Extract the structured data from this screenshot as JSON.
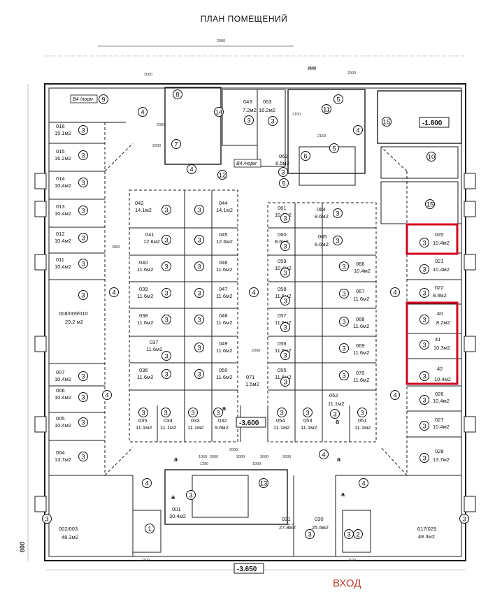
{
  "title": "ПЛАН ПОМЕЩЕНИЙ",
  "entry_label": "ВХОД",
  "highlight_color": "#d0021b",
  "rooms": [
    {
      "no": "016",
      "area": "15.1м2",
      "zone": "3"
    },
    {
      "no": "015",
      "area": "16.2м2",
      "zone": "3"
    },
    {
      "no": "014",
      "area": "10.4м2",
      "zone": "3"
    },
    {
      "no": "013",
      "area": "10.4м2",
      "zone": "3"
    },
    {
      "no": "012",
      "area": "10.4м2",
      "zone": "3"
    },
    {
      "no": "011",
      "area": "10.4м2",
      "zone": "3"
    },
    {
      "no": "008/009/010",
      "area": "29,2 м2",
      "zone": "3"
    },
    {
      "no": "007",
      "area": "10.4м2",
      "zone": "3"
    },
    {
      "no": "006",
      "area": "10.4м2",
      "zone": "3"
    },
    {
      "no": "005",
      "area": "10.4м2",
      "zone": "3"
    },
    {
      "no": "004",
      "area": "13.7м2",
      "zone": "3"
    },
    {
      "no": "002/003",
      "area": "48.3м2",
      "zone": "3"
    },
    {
      "no": "001",
      "area": "30.4м2",
      "zone": "3"
    },
    {
      "no": "042",
      "area": "14.1м2",
      "zone": "3"
    },
    {
      "no": "041",
      "area": "12.6м2",
      "zone": "3"
    },
    {
      "no": "040",
      "area": "11.6м2",
      "zone": "3"
    },
    {
      "no": "039",
      "area": "11.6м2",
      "zone": "3"
    },
    {
      "no": "038",
      "area": "11.6м2",
      "zone": "3"
    },
    {
      "no": "037",
      "area": "11.6м2",
      "zone": "3"
    },
    {
      "no": "036",
      "area": "11.6м2",
      "zone": "3"
    },
    {
      "no": "044",
      "area": "14.1м2",
      "zone": "3"
    },
    {
      "no": "045",
      "area": "12.6м2",
      "zone": "3"
    },
    {
      "no": "046",
      "area": "11.6м2",
      "zone": "3"
    },
    {
      "no": "047",
      "area": "11.6м2",
      "zone": "3"
    },
    {
      "no": "048",
      "area": "11.6м2",
      "zone": "3"
    },
    {
      "no": "049",
      "area": "11.6м2",
      "zone": "3"
    },
    {
      "no": "050",
      "area": "11.6м2",
      "zone": "3"
    },
    {
      "no": "035",
      "area": "11.1м2",
      "zone": "3"
    },
    {
      "no": "034",
      "area": "11.1м2",
      "zone": "3"
    },
    {
      "no": "033",
      "area": "11.1м2",
      "zone": "3"
    },
    {
      "no": "032",
      "area": "9.6м2",
      "zone": "3"
    },
    {
      "no": "071",
      "area": "1.5м2",
      "zone": ""
    },
    {
      "no": "061",
      "area": "10.1м2",
      "zone": "3"
    },
    {
      "no": "064",
      "area": "8.6м2",
      "zone": "3"
    },
    {
      "no": "060",
      "area": "8.6м2",
      "zone": "3"
    },
    {
      "no": "065",
      "area": "8.6м2",
      "zone": "3"
    },
    {
      "no": "059",
      "area": "10.4м2",
      "zone": "3"
    },
    {
      "no": "066",
      "area": "10.4м2",
      "zone": "3"
    },
    {
      "no": "058",
      "area": "11.6м2",
      "zone": "3"
    },
    {
      "no": "067",
      "area": "11.6м2",
      "zone": "3"
    },
    {
      "no": "057",
      "area": "11.6м2",
      "zone": "3"
    },
    {
      "no": "068",
      "area": "11.6м2",
      "zone": "3"
    },
    {
      "no": "056",
      "area": "11.6м2",
      "zone": "3"
    },
    {
      "no": "069",
      "area": "11.6м2",
      "zone": "3"
    },
    {
      "no": "055",
      "area": "11.6м2",
      "zone": "3"
    },
    {
      "no": "070",
      "area": "11.6м2",
      "zone": "3"
    },
    {
      "no": "054",
      "area": "11.1м2",
      "zone": "3"
    },
    {
      "no": "053",
      "area": "11.1м2",
      "zone": "3"
    },
    {
      "no": "052",
      "area": "11.1м2",
      "zone": "3"
    },
    {
      "no": "051",
      "area": "11.1м2",
      "zone": "3"
    },
    {
      "no": "031",
      "area": "27.8м2",
      "zone": "3"
    },
    {
      "no": "030",
      "area": "25.5м2",
      "zone": "3"
    },
    {
      "no": "020",
      "area": "10.4м2",
      "zone": "3"
    },
    {
      "no": "021",
      "area": "10.4м2",
      "zone": "3"
    },
    {
      "no": "022",
      "area": "8.4м2",
      "zone": "3"
    },
    {
      "no": "40",
      "area": "8.2м2",
      "zone": "3"
    },
    {
      "no": "41",
      "area": "10.3м2",
      "zone": "3"
    },
    {
      "no": "42",
      "area": "10.4м2",
      "zone": "3"
    },
    {
      "no": "026",
      "area": "10.4м2",
      "zone": "3"
    },
    {
      "no": "027",
      "area": "10.4м2",
      "zone": "3"
    },
    {
      "no": "028",
      "area": "13.7м2",
      "zone": "3"
    },
    {
      "no": "017/029",
      "area": "48.3м2",
      "zone": "3"
    },
    {
      "no": "043",
      "area": "7.2м2",
      "zone": "3"
    },
    {
      "no": "063",
      "area": "16.2м2",
      "zone": "3"
    },
    {
      "no": "062",
      "area": "8.5м2",
      "zone": "3"
    }
  ],
  "zones": [
    "4",
    "4",
    "4",
    "4",
    "4",
    "4",
    "4",
    "4",
    "4",
    "4",
    "4",
    "5",
    "5",
    "5",
    "6",
    "7",
    "8",
    "9",
    "10",
    "11",
    "12",
    "13",
    "14",
    "15",
    "15",
    "1",
    "2"
  ],
  "levels": [
    "-1.800",
    "-3.600",
    "-3.650"
  ],
  "dims": [
    "2000",
    "2000",
    "2000",
    "2000",
    "2900",
    "2800",
    "2150",
    "2150",
    "3000",
    "3000",
    "3000",
    "3000",
    "2000",
    "2000",
    "2100",
    "2100",
    "2150",
    "800",
    "1950",
    "2000",
    "1280",
    "1900"
  ],
  "lbl_b4": [
    "В4 /норм",
    "В4 /норм"
  ],
  "tags": [
    "а",
    "а",
    "а",
    "а",
    "а",
    "а"
  ]
}
